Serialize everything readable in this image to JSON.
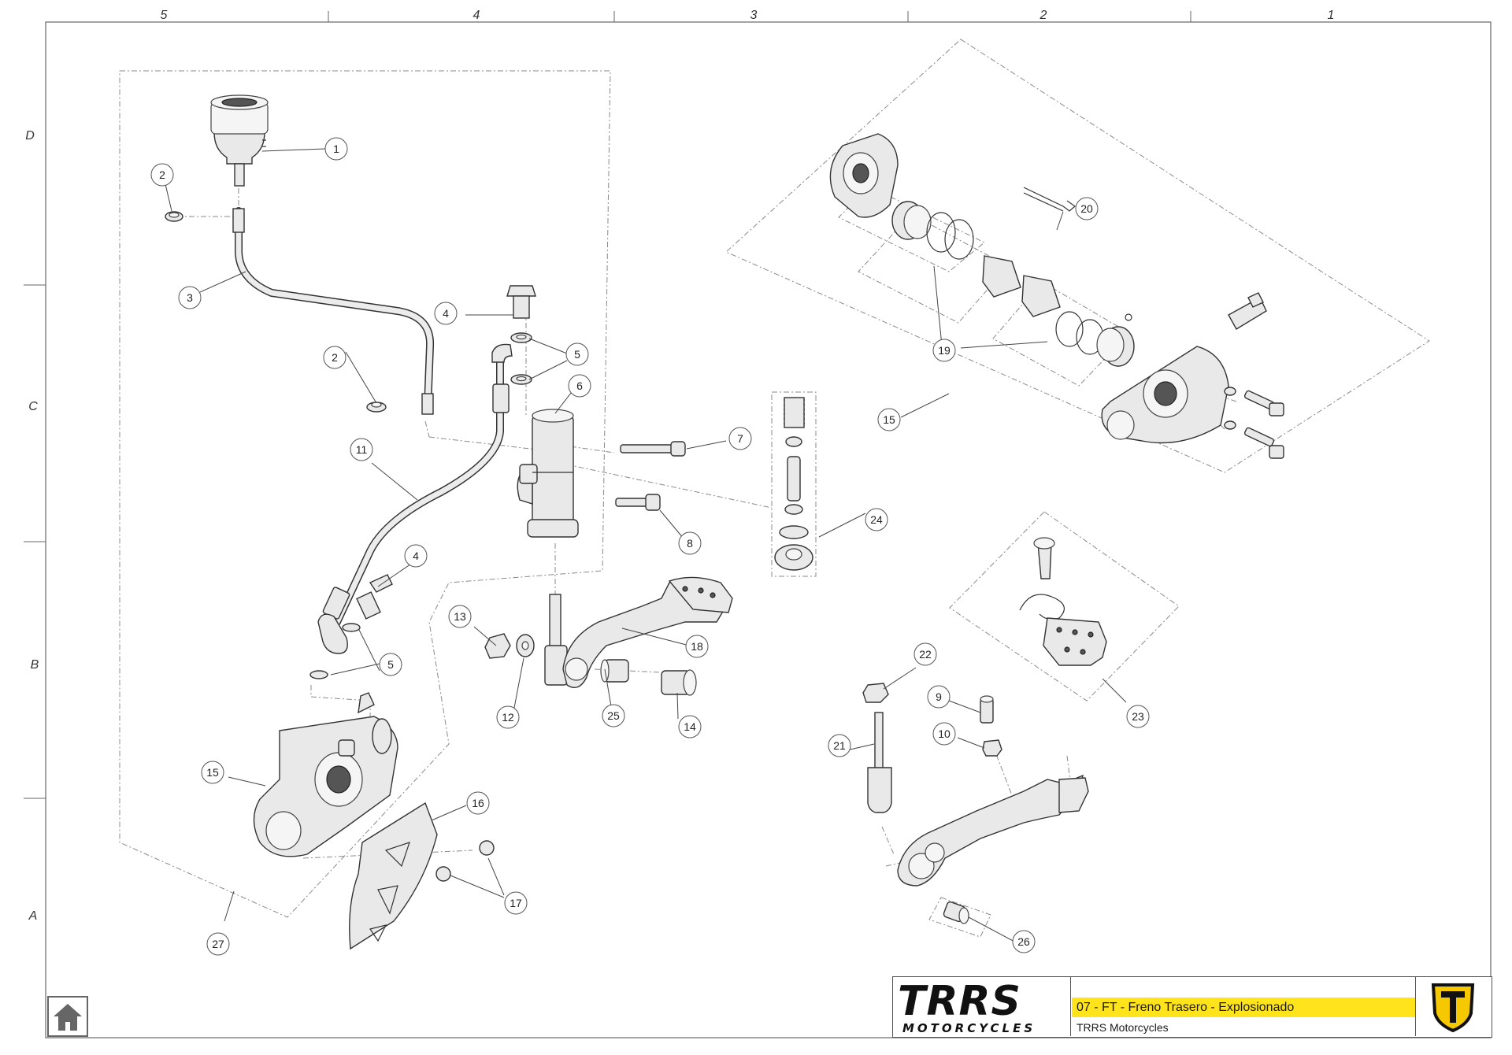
{
  "zones": {
    "columns": [
      "5",
      "4",
      "3",
      "2",
      "1"
    ],
    "rows": [
      "D",
      "C",
      "B",
      "A"
    ]
  },
  "callouts": {
    "c1": "1",
    "c2a": "2",
    "c2b": "2",
    "c3": "3",
    "c4a": "4",
    "c4b": "4",
    "c5a": "5",
    "c5b": "5",
    "c6": "6",
    "c7": "7",
    "c8": "8",
    "c9": "9",
    "c10": "10",
    "c11": "11",
    "c12": "12",
    "c13": "13",
    "c14": "14",
    "c15a": "15",
    "c15b": "15",
    "c16": "16",
    "c17": "17",
    "c18": "18",
    "c19": "19",
    "c20": "20",
    "c21": "21",
    "c22": "22",
    "c23": "23",
    "c24": "24",
    "c25": "25",
    "c26": "26",
    "c27": "27"
  },
  "title_block": {
    "brand_word": "TRRS",
    "brand_sub": "MOTORCYCLES",
    "drawing_title": "07 - FT - Freno Trasero - Explosionado",
    "company": "TRRS Motorcycles"
  },
  "icons": {
    "home": "home-icon",
    "emblem": "trrs-shield-emblem"
  },
  "colors": {
    "title_bar": "#ffe41c",
    "emblem_fill": "#f6c800",
    "ink": "#222222"
  }
}
